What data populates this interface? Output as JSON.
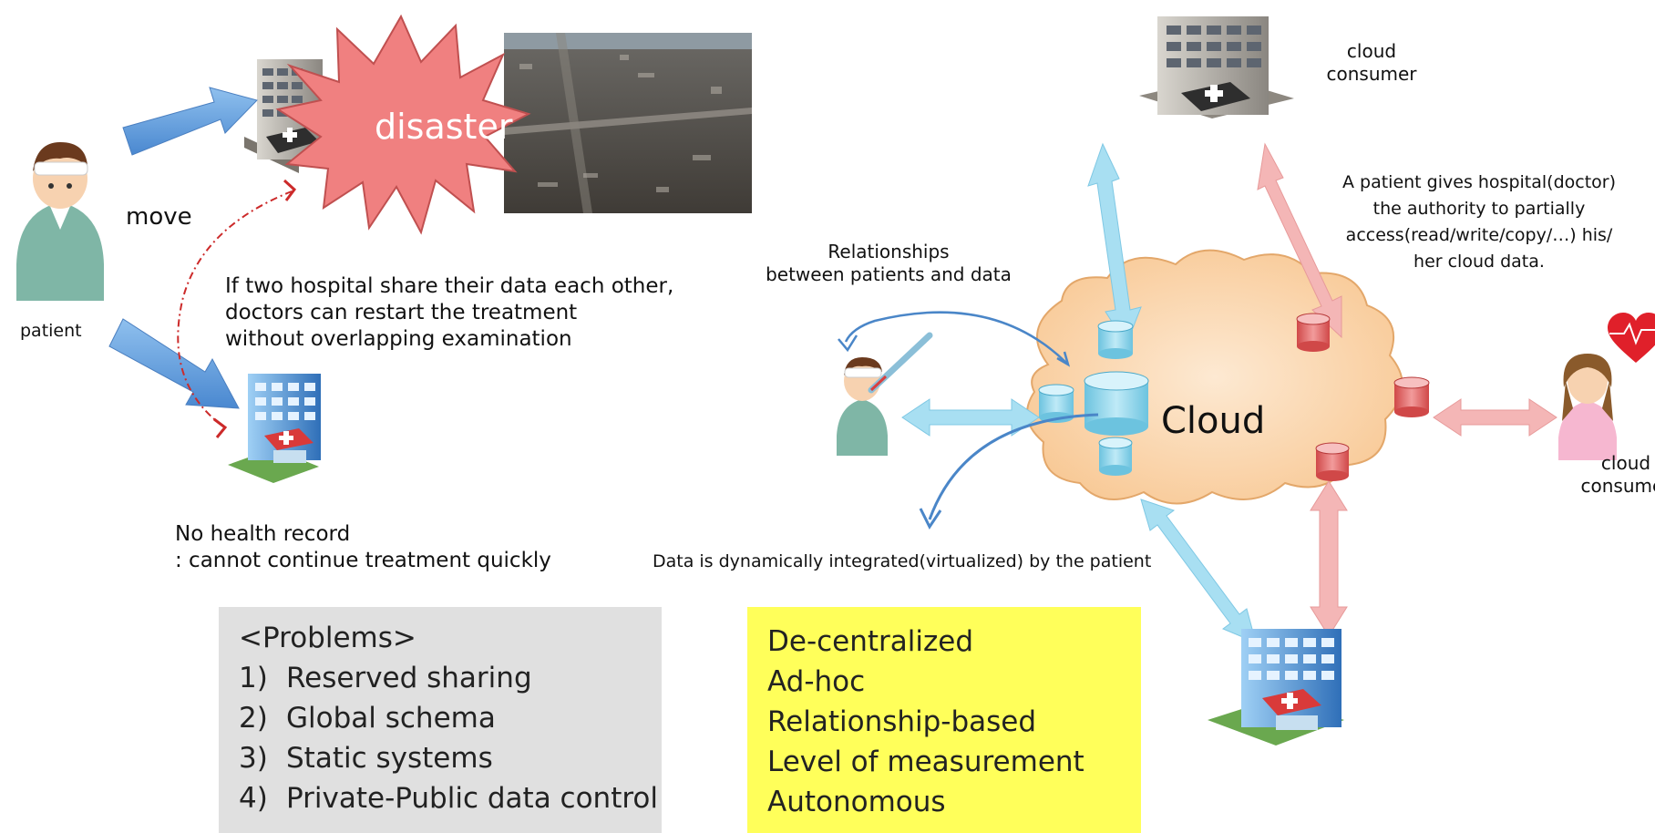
{
  "left_panel": {
    "patient_label": "patient",
    "move_label": "move",
    "disaster_label": "disaster",
    "share_note": [
      "If two hospital share their data each other,",
      "doctors can restart the treatment",
      "without overlapping examination"
    ],
    "no_record_note": [
      "No health record",
      ": cannot continue treatment quickly"
    ]
  },
  "right_panel": {
    "cloud_label": "Cloud",
    "top_consumer_label": [
      "cloud",
      "consumer"
    ],
    "right_consumer_label": [
      "cloud",
      "consumer"
    ],
    "authority_note": [
      "A patient gives hospital(doctor)",
      "the authority to partially",
      "access(read/write/copy/…) his/",
      "her cloud data."
    ],
    "relationships_note": [
      "Relationships",
      "between patients and data"
    ],
    "integration_note": "Data is dynamically integrated(virtualized) by the patient"
  },
  "problems_box": {
    "title": "<Problems>",
    "items": [
      {
        "num": "1)",
        "text": "Reserved sharing"
      },
      {
        "num": "2)",
        "text": "Global schema"
      },
      {
        "num": "3)",
        "text": "Static systems"
      },
      {
        "num": "4)",
        "text": "Private-Public data control"
      }
    ]
  },
  "features_box": {
    "items": [
      "De-centralized",
      "Ad-hoc",
      "Relationship-based",
      "Level of measurement",
      "Autonomous"
    ]
  },
  "colors": {
    "blue_arrow": "#5b9bd5",
    "light_blue_arrow": "#a8dff2",
    "pink_arrow": "#f4b6b6",
    "disaster_star": "#f08080",
    "cloud_fill": "#fbd9b4",
    "problems_bg": "#e0e0e0",
    "features_bg": "#ffff5a",
    "dashed_link": "#cc2a2a"
  }
}
